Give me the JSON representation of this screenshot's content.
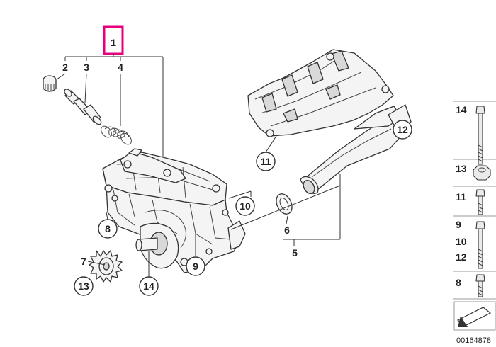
{
  "diagram": {
    "callouts": {
      "p1": "1",
      "p2": "2",
      "p3": "3",
      "p4": "4",
      "p5": "5",
      "p6": "6",
      "p7": "7",
      "p8": "8",
      "p9": "9",
      "p10": "10",
      "p11": "11",
      "p12": "12",
      "p13": "13",
      "p14": "14"
    },
    "side_panel": [
      {
        "labels": [
          "14"
        ],
        "icon": "long-bolt-icon"
      },
      {
        "labels": [
          "13"
        ],
        "icon": "hex-nut-icon"
      },
      {
        "labels": [
          "11"
        ],
        "icon": "short-bolt-icon"
      },
      {
        "labels": [
          "9",
          "10",
          "12"
        ],
        "icon": "long-bolt-icon"
      },
      {
        "labels": [
          "8"
        ],
        "icon": "medium-bolt-icon"
      }
    ],
    "drawing_number": "00164878",
    "highlight_color": "#e6007e"
  }
}
